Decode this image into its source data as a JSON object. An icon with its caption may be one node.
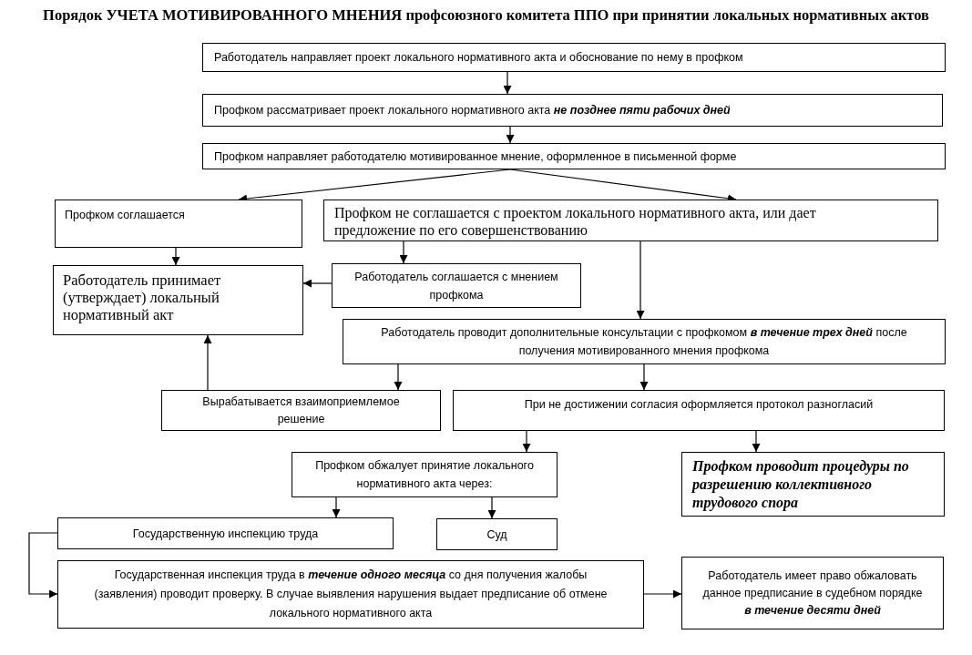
{
  "diagram": {
    "title": "Порядок УЧЕТА МОТИВИРОВАННОГО МНЕНИЯ профсоюзного комитета ППО при принятии локальных нормативных актов",
    "nodes": [
      {
        "text": [
          "Работодатель направляет проект локального нормативного акта и обоснование по нему в профком"
        ]
      },
      {
        "text": [
          "Профком рассматривает проект локального нормативного акта **не позднее пяти рабочих дней**"
        ]
      },
      {
        "text": [
          "Профком направляет работодателю мотивированное мнение, оформленное в письменной форме"
        ]
      },
      {
        "text": [
          "Профком соглашается"
        ]
      },
      {
        "text": [
          "Профком не соглашается с проектом локального нормативного акта, или дает предложение по его совершенствованию"
        ]
      },
      {
        "text": [
          "Работодатель принимает (утверждает) локальный нормативный акт"
        ]
      },
      {
        "text": [
          "Работодатель соглашается с мнением профкома"
        ]
      },
      {
        "text": [
          "Работодатель проводит дополнительные консультации с профкомом **в течение трех дней** после получения мотивированного мнения профкома"
        ]
      },
      {
        "text": [
          "Вырабатывается взаимоприемлемое решение"
        ]
      },
      {
        "text": [
          "При не достижении согласия оформляется протокол разногласий"
        ]
      },
      {
        "text": [
          "Профком обжалует принятие локального нормативного акта через:"
        ]
      },
      {
        "text": [
          "Профком проводит процедуры по разрешению коллективного трудового спора"
        ]
      },
      {
        "text": [
          "Государственную инспекцию труда"
        ]
      },
      {
        "text": [
          "Суд"
        ]
      },
      {
        "text": [
          "Государственная инспекция труда в **течение одного месяца** со дня получения жалобы (заявления) проводит проверку. В случае выявления нарушения выдает предписание об отмене локального нормативного акта"
        ]
      },
      {
        "text": [
          "Работодатель имеет право обжаловать данное предписание в судебном порядке **в течение десяти дней**"
        ]
      }
    ],
    "edges": [
      {
        "from": 0,
        "to": 1,
        "arrow": "to"
      },
      {
        "from": 1,
        "to": 2,
        "arrow": "to"
      },
      {
        "from": 2,
        "to": 3,
        "arrow": "to"
      },
      {
        "from": 2,
        "to": 4,
        "arrow": "to"
      },
      {
        "from": 3,
        "to": 5,
        "arrow": "to"
      },
      {
        "from": 4,
        "to": 6,
        "arrow": "to"
      },
      {
        "from": 6,
        "to": 5,
        "arrow": "to"
      },
      {
        "from": 4,
        "to": 7,
        "arrow": "to"
      },
      {
        "from": 7,
        "to": 8,
        "arrow": "to"
      },
      {
        "from": 7,
        "to": 9,
        "arrow": "to"
      },
      {
        "from": 8,
        "to": 5,
        "arrow": "to"
      },
      {
        "from": 9,
        "to": 10,
        "arrow": "to"
      },
      {
        "from": 9,
        "to": 11,
        "arrow": "to"
      },
      {
        "from": 10,
        "to": 12,
        "arrow": "to"
      },
      {
        "from": 10,
        "to": 13,
        "arrow": "to"
      },
      {
        "from": 12,
        "to": 14,
        "arrow": "to"
      },
      {
        "from": 14,
        "to": 15,
        "arrow": "to"
      }
    ]
  }
}
